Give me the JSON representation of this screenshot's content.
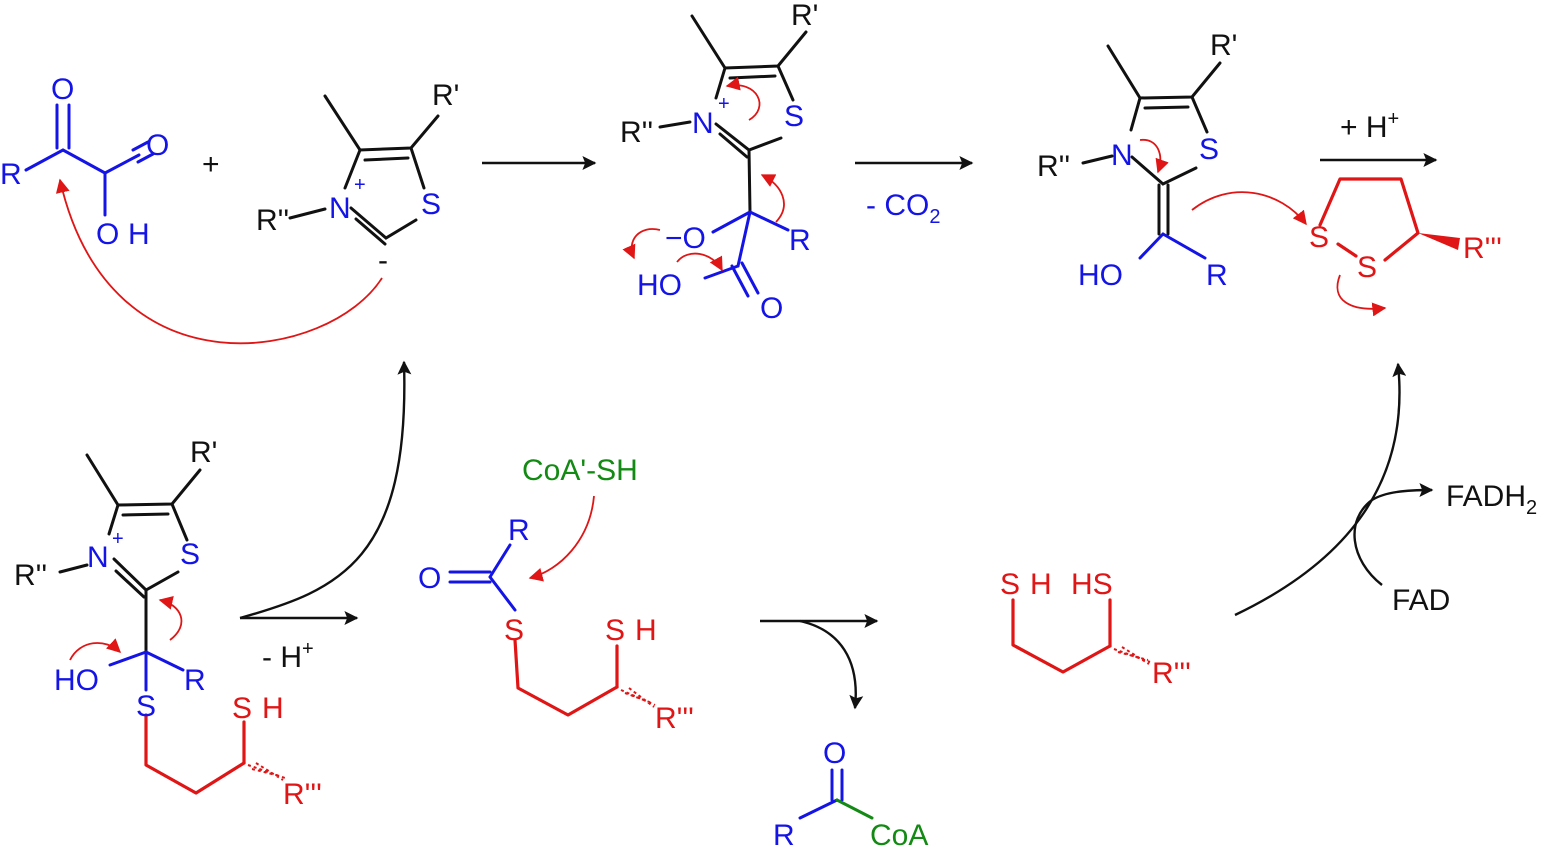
{
  "colors": {
    "black": "#111111",
    "blue": "#1414e6",
    "red": "#e01515",
    "green": "#138a13"
  },
  "structures": {
    "pyruvate": {
      "r": "R",
      "o_top": "O",
      "o_right": "O",
      "oh_o": "O",
      "oh_h": "H"
    },
    "plus": "+",
    "thiazolium": {
      "r1": "R'",
      "r2": "R''",
      "n": "N",
      "charge_pos": "+",
      "s": "S",
      "charge_neg": "-"
    },
    "adduct": {
      "r1": "R'",
      "r2": "R''",
      "n": "N",
      "charge_pos": "+",
      "s": "S",
      "o_minus": "−O",
      "r": "R",
      "ho": "HO",
      "o": "O"
    },
    "enamine": {
      "r1": "R'",
      "r2": "R''",
      "n": "N",
      "s": "S",
      "ho": "HO",
      "r": "R"
    },
    "lipoamide_ring": {
      "s1": "S",
      "s2": "S",
      "r3": "R'''"
    },
    "hemithioacetal": {
      "r1": "R'",
      "r2": "R''",
      "n": "N",
      "charge_pos": "+",
      "s_ring": "S",
      "ho": "HO",
      "r": "R",
      "s_chain": "S",
      "sh_s": "S",
      "sh_h": "H",
      "r3": "R'''"
    },
    "thioester": {
      "r": "R",
      "o": "O",
      "s": "S",
      "sh_s": "S",
      "sh_h": "H",
      "r3": "R'''"
    },
    "coa_sh": "CoA'-SH",
    "acyl_coa": {
      "o": "O",
      "r": "R",
      "coa": "CoA"
    },
    "dihydrolipoamide": {
      "sh1_s": "S",
      "sh1_h": "H",
      "hs": "HS",
      "r3": "R'''"
    }
  },
  "arrows": {
    "decarboxylation_label": "- CO",
    "decarboxylation_sub": "2",
    "protonation_label": "+ H",
    "protonation_sup": "+",
    "deprotonation_label": "- H",
    "deprotonation_sup": "+",
    "fadh2_label": "FADH",
    "fadh2_sub": "2",
    "fad_label": "FAD"
  }
}
